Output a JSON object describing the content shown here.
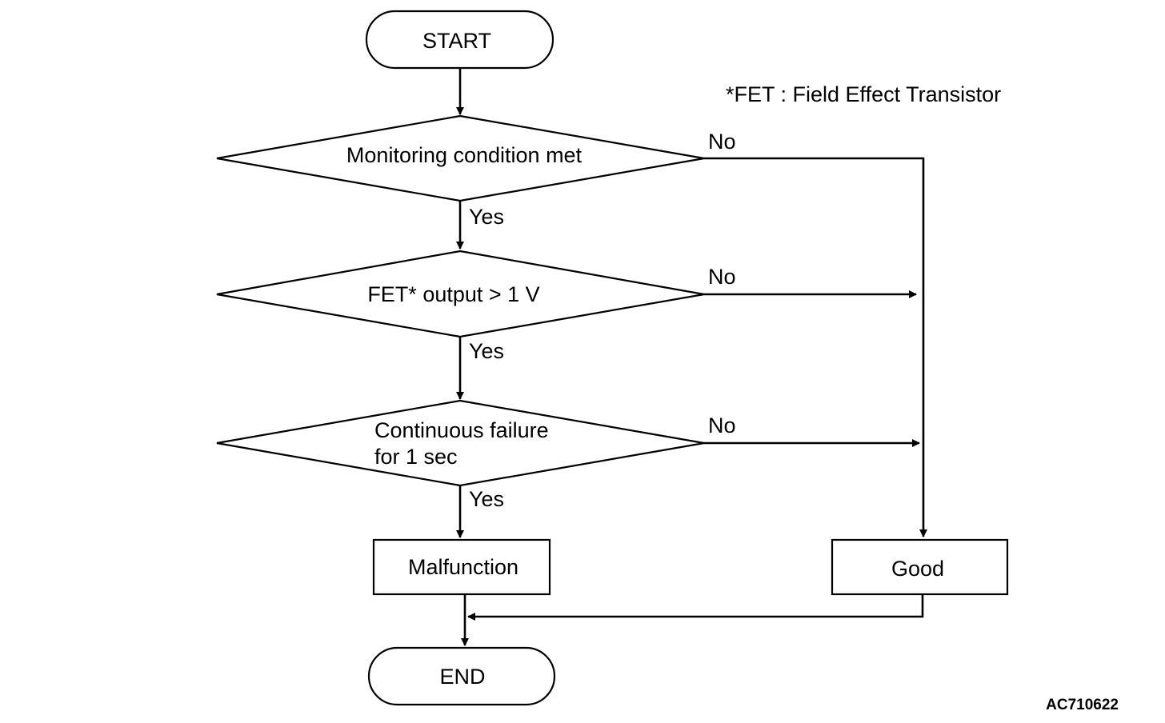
{
  "start_label": "START",
  "end_label": "END",
  "footnote": "*FET : Field Effect Transistor",
  "decisions": [
    {
      "lines": [
        "Monitoring condition met"
      ],
      "yes_label": "Yes",
      "no_label": "No"
    },
    {
      "lines": [
        "FET* output > 1 V"
      ],
      "yes_label": "Yes",
      "no_label": "No"
    },
    {
      "lines": [
        "Continuous failure",
        "for 1 sec"
      ],
      "yes_label": "Yes",
      "no_label": "No"
    }
  ],
  "malfunction_label": "Malfunction",
  "good_label": "Good",
  "figure_code": "AC710622"
}
